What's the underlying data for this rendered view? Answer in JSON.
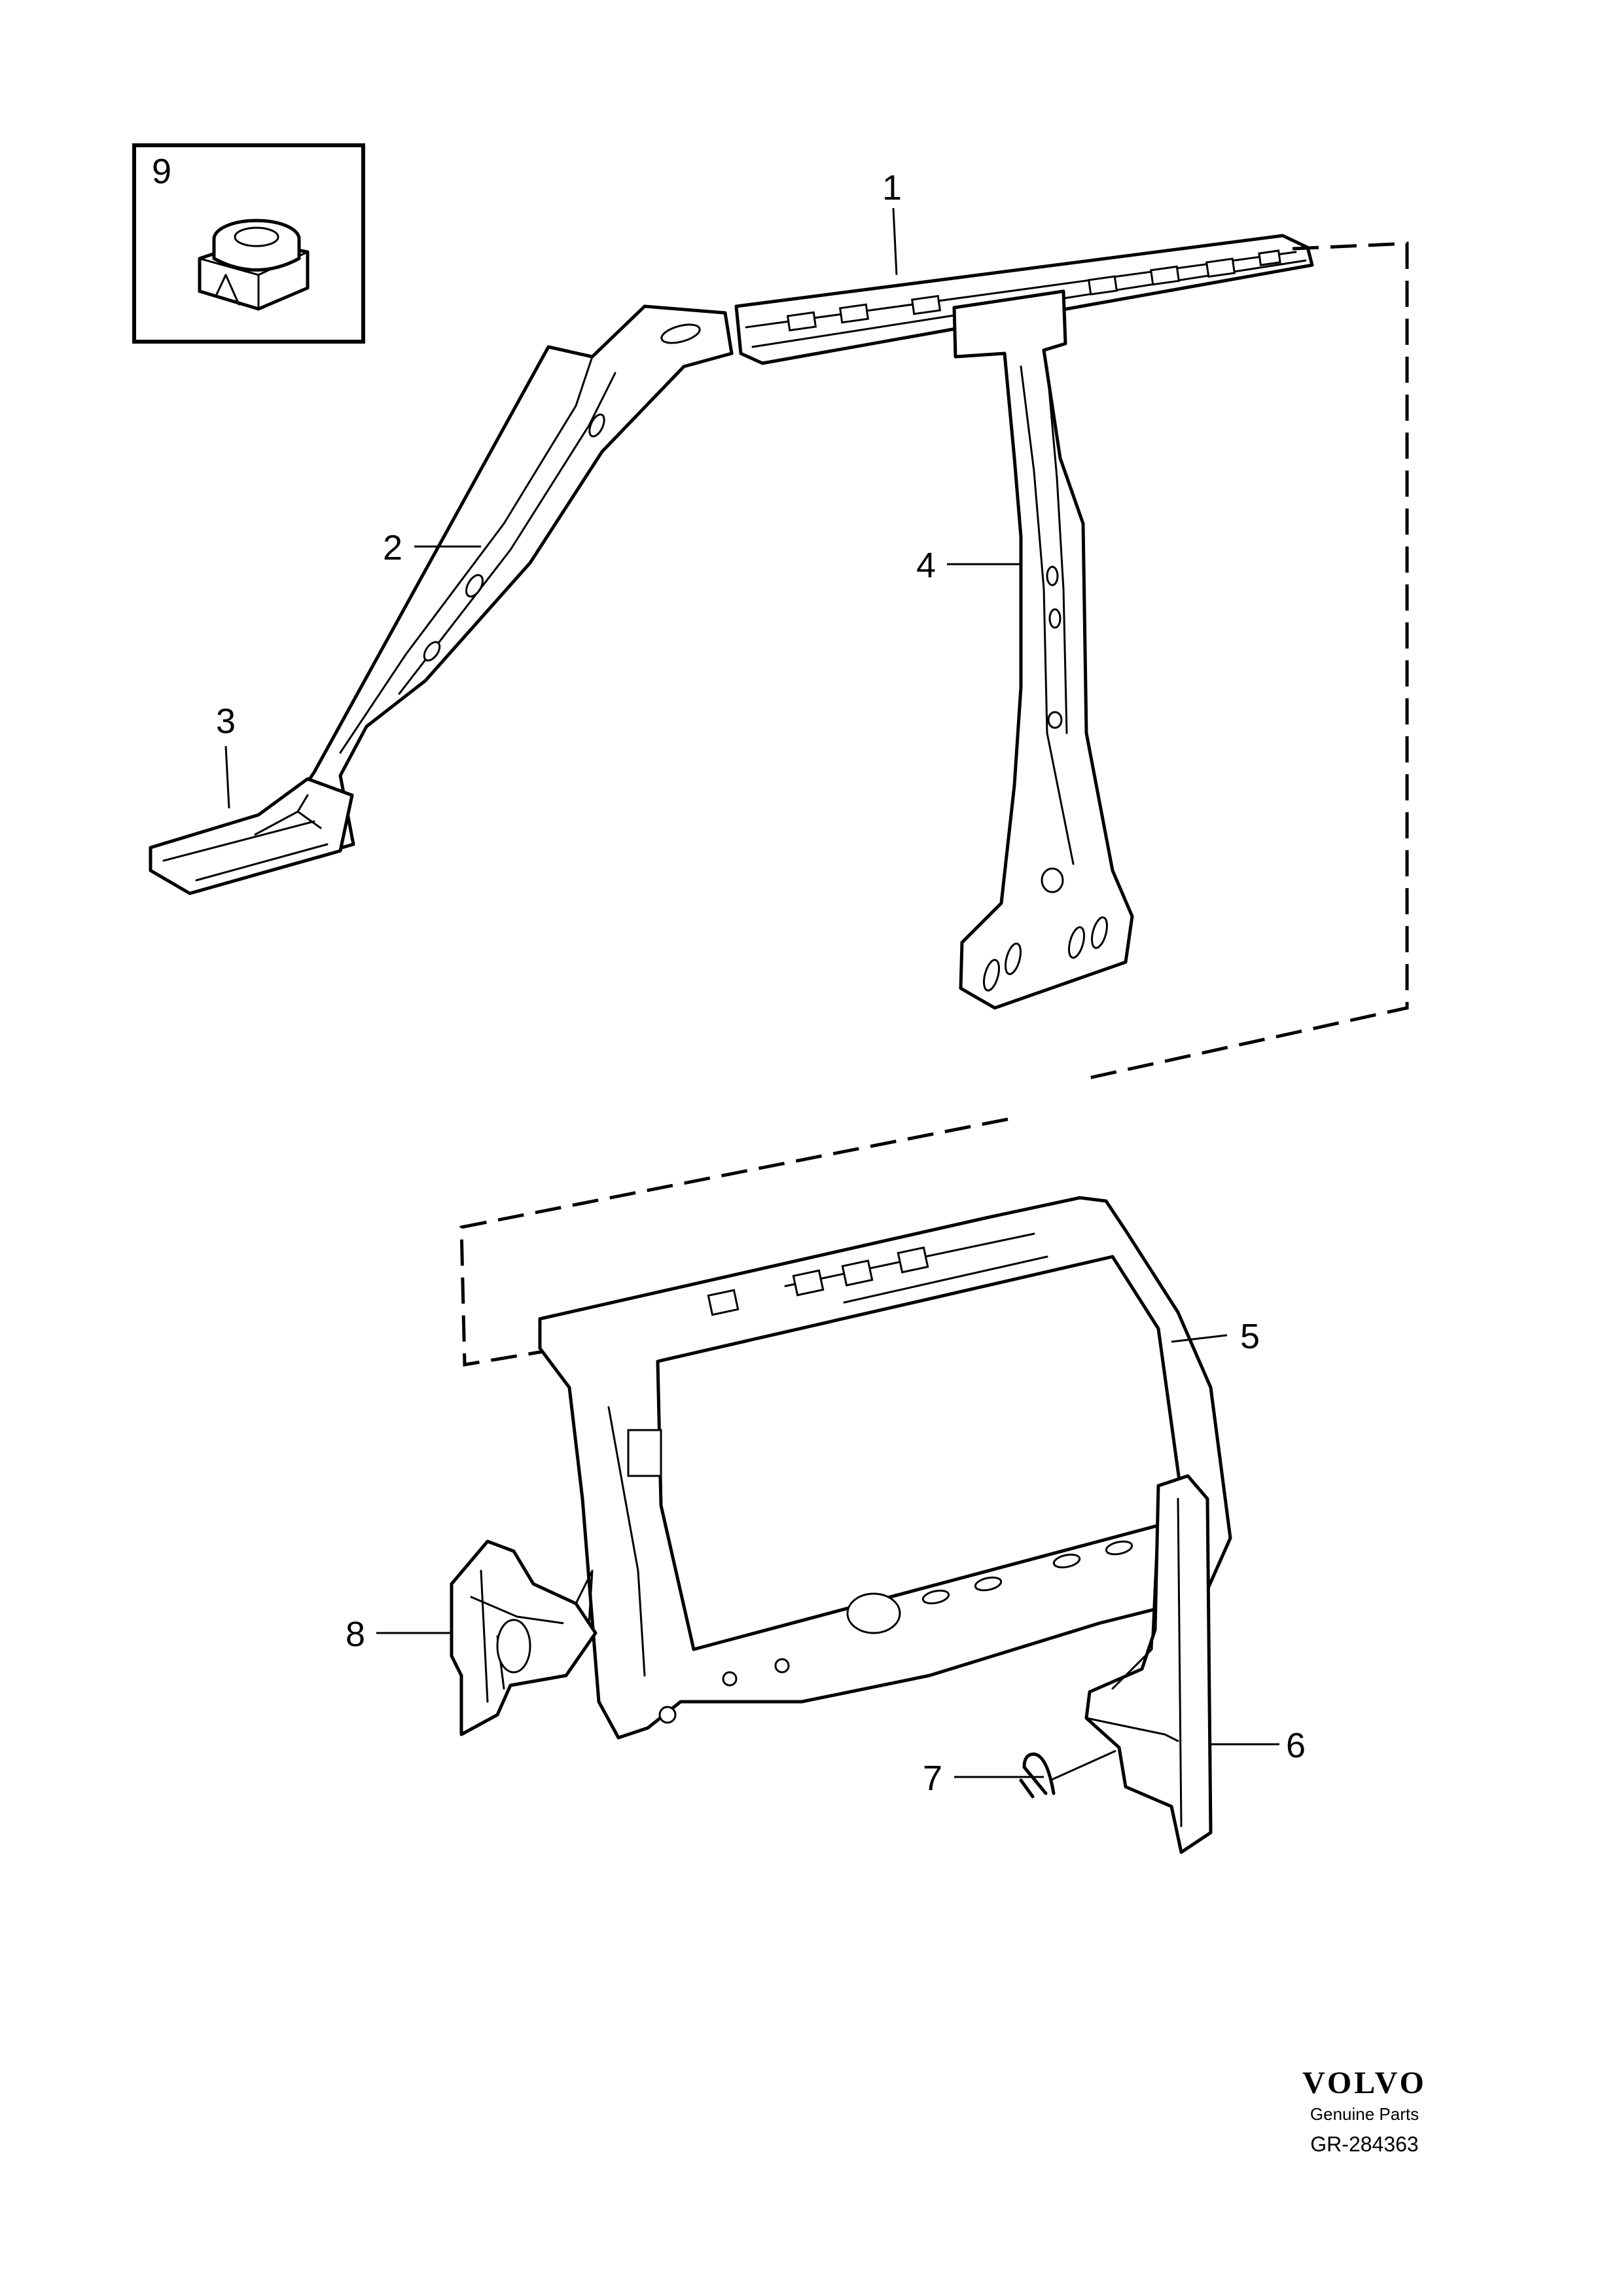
{
  "callouts": [
    {
      "id": "1",
      "label": "1"
    },
    {
      "id": "2",
      "label": "2"
    },
    {
      "id": "3",
      "label": "3"
    },
    {
      "id": "4",
      "label": "4"
    },
    {
      "id": "5",
      "label": "5"
    },
    {
      "id": "6",
      "label": "6"
    },
    {
      "id": "7",
      "label": "7"
    },
    {
      "id": "8",
      "label": "8"
    },
    {
      "id": "9",
      "label": "9"
    }
  ],
  "brand": {
    "name": "VOLVO",
    "tagline": "Genuine Parts",
    "ref": "GR-284363"
  }
}
